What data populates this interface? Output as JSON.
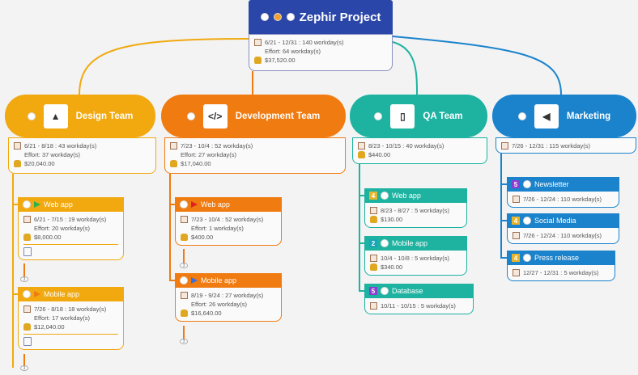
{
  "colors": {
    "root": "#2a46a8",
    "design": "#f1a90f",
    "dev": "#f07b10",
    "qa": "#1db3a0",
    "marketing": "#1a83cc",
    "p5": "#8b3fd0",
    "p4": "#e8b52a",
    "p2": "#1aa4b8"
  },
  "root": {
    "title": "Zephir Project",
    "dates": "6/21 - 12/31 : 140 workday(s)",
    "effort": "Effort: 64 workday(s)",
    "cost": "$37,520.00"
  },
  "teams": [
    {
      "id": "design",
      "title": "Design Team",
      "icon": "easel-picture-icon",
      "dates": "6/21 - 8/18 : 43 workday(s)",
      "effort": "Effort: 37 workday(s)",
      "cost": "$20,040.00",
      "tasks": [
        {
          "title": "Web app",
          "flag": "#2bb24c",
          "dates": "6/21 - 7/15 : 19 workday(s)",
          "effort": "Effort: 20 workday(s)",
          "cost": "$8,000.00",
          "note": true,
          "count": "3"
        },
        {
          "title": "Mobile app",
          "flag": "#f07b10",
          "dates": "7/26 - 8/18 : 18 workday(s)",
          "effort": "Effort: 17 workday(s)",
          "cost": "$12,040.00",
          "note": true,
          "count": "3"
        }
      ]
    },
    {
      "id": "dev",
      "title": "Development Team",
      "icon": "code-window-icon",
      "dates": "7/23 - 10/4 : 52 workday(s)",
      "effort": "Effort: 27 workday(s)",
      "cost": "$17,040.00",
      "tasks": [
        {
          "title": "Web app",
          "flag": "#e02020",
          "dates": "7/23 - 10/4 : 52 workday(s)",
          "effort": "Effort: 1 workday(s)",
          "cost": "$400.00",
          "count": "3"
        },
        {
          "title": "Mobile app",
          "flag": "#3a6de0",
          "dates": "8/19 - 9/24 : 27 workday(s)",
          "effort": "Effort: 26 workday(s)",
          "cost": "$16,640.00",
          "count": "3"
        }
      ]
    },
    {
      "id": "qa",
      "title": "QA Team",
      "icon": "tablet-phone-icon",
      "dates": "8/23 - 10/15 : 40 workday(s)",
      "cost": "$440.00",
      "tasks": [
        {
          "title": "Web app",
          "priority": "4",
          "dates": "8/23 - 8/27 : 5 workday(s)",
          "cost": "$130.00"
        },
        {
          "title": "Mobile app",
          "priority": "2",
          "dates": "10/4 - 10/8 : 5 workday(s)",
          "cost": "$340.00"
        },
        {
          "title": "Database",
          "priority": "5",
          "dates": "10/11 - 10/15 : 5 workday(s)"
        }
      ]
    },
    {
      "id": "marketing",
      "title": "Marketing",
      "icon": "megaphone-icon",
      "dates": "7/26 - 12/31 : 115 workday(s)",
      "tasks": [
        {
          "title": "Newsletter",
          "priority": "5",
          "dates": "7/26 - 12/24 : 110 workday(s)"
        },
        {
          "title": "Social Media",
          "priority": "4",
          "dates": "7/26 - 12/24 : 110 workday(s)"
        },
        {
          "title": "Press release",
          "priority": "4",
          "dates": "12/27 - 12/31 : 5 workday(s)"
        }
      ]
    }
  ]
}
